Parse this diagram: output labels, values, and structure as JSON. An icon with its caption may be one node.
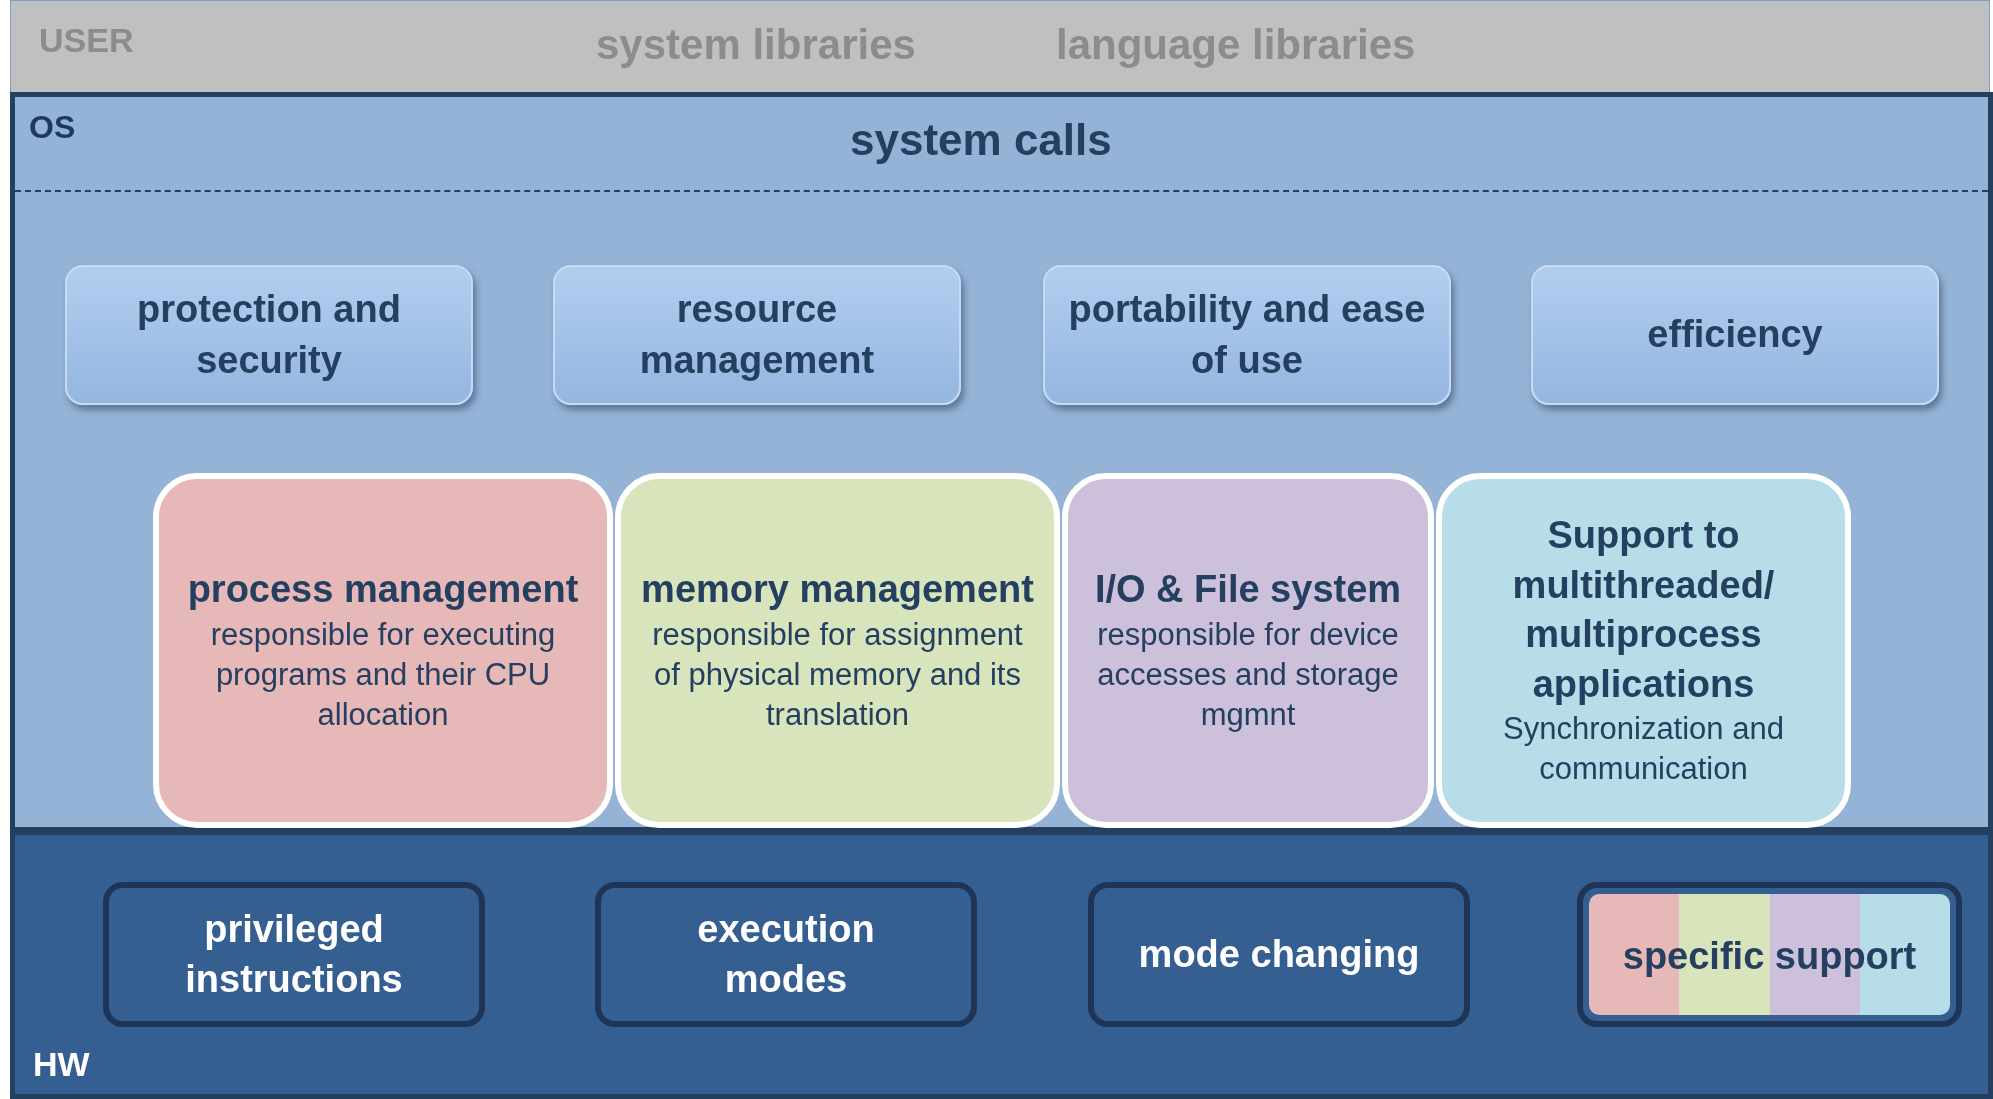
{
  "diagram": {
    "nodes": [
      {
        "text": [
          "USER",
          "system libraries",
          "language libraries"
        ]
      },
      {
        "text": [
          "OS",
          "system calls"
        ]
      },
      {
        "text": [
          "protection and security"
        ],
        "in": 1
      },
      {
        "text": [
          "resource management"
        ],
        "in": 1
      },
      {
        "text": [
          "portability and ease of use"
        ],
        "in": 1
      },
      {
        "text": [
          "efficiency"
        ],
        "in": 1
      },
      {
        "text": [
          "process management",
          "responsible for executing programs and their CPU allocation"
        ],
        "in": 1
      },
      {
        "text": [
          "memory management",
          "responsible for assignment of physical memory and its translation"
        ],
        "in": 1
      },
      {
        "text": [
          "I/O & File system",
          "responsible for device accesses and storage mgmnt"
        ],
        "in": 1
      },
      {
        "text": [
          "Support to multithreaded/ multiprocess applications",
          "Synchronization and communication"
        ],
        "in": 1
      },
      {
        "text": [
          "HW"
        ]
      },
      {
        "text": [
          "privileged instructions"
        ],
        "in": 10
      },
      {
        "text": [
          "execution modes"
        ],
        "in": 10
      },
      {
        "text": [
          "mode changing"
        ],
        "in": 10
      },
      {
        "text": [
          "specific support"
        ],
        "in": 10
      }
    ],
    "edges": []
  }
}
